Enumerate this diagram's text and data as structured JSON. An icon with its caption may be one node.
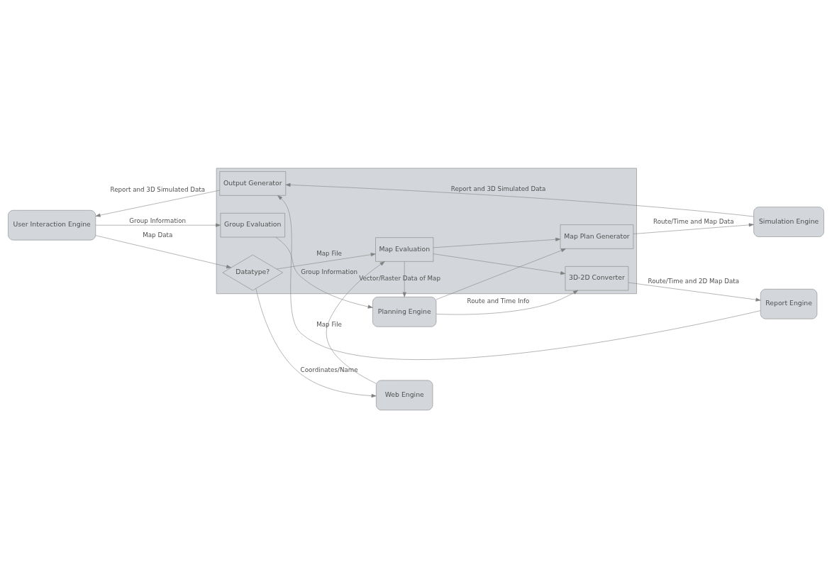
{
  "diagram": {
    "nodes": [
      {
        "text": [],
        "shape": "box"
      },
      {
        "text": [
          "User Interaction Engine"
        ]
      },
      {
        "text": [
          "Output Generator"
        ],
        "in": 0
      },
      {
        "text": [
          "Group Evaluation"
        ],
        "in": 0
      },
      {
        "text": [
          "Map Plan Generator"
        ],
        "in": 0
      },
      {
        "text": [
          "Simulation Engine"
        ]
      },
      {
        "text": [
          "Datatype?"
        ],
        "in": 0
      },
      {
        "text": [
          "Planning Engine"
        ]
      },
      {
        "text": [
          "3D-2D Converter"
        ],
        "in": 0
      },
      {
        "text": [
          "Web Engine"
        ]
      },
      {
        "text": [
          "Map Evaluation"
        ],
        "in": 0
      },
      {
        "text": [
          "Report Engine"
        ]
      }
    ],
    "edges": [
      {
        "from": 2,
        "to": 1,
        "arrow": "to",
        "label": "Report and 3D Simulated Data"
      },
      {
        "from": 5,
        "to": 2,
        "arrow": "to",
        "label": "Report and 3D Simulated Data"
      },
      {
        "from": 11,
        "to": 2,
        "arrow": "to"
      },
      {
        "from": 1,
        "to": 3,
        "arrow": "to",
        "label": "Group Information"
      },
      {
        "from": 1,
        "to": 6,
        "arrow": "to",
        "label": "Map Data"
      },
      {
        "from": 3,
        "to": 7,
        "arrow": "to",
        "label": "Group Information"
      },
      {
        "from": 4,
        "to": 5,
        "arrow": "to",
        "label": "Route/Time and Map Data"
      },
      {
        "from": 7,
        "to": 4,
        "arrow": "to"
      },
      {
        "from": 7,
        "to": 8,
        "arrow": "to",
        "label": "Route and Time Info"
      },
      {
        "from": 6,
        "to": 9,
        "arrow": "to",
        "label": "Coordinates/Name"
      },
      {
        "from": 6,
        "to": 10,
        "arrow": "to",
        "label": "Map File"
      },
      {
        "from": 9,
        "to": 10,
        "arrow": "to",
        "label": "Map File"
      },
      {
        "from": 10,
        "to": 4,
        "arrow": "to"
      },
      {
        "from": 10,
        "to": 8,
        "arrow": "to"
      },
      {
        "from": 10,
        "to": 7,
        "arrow": "to",
        "label": "Vector/Raster Data of Map"
      },
      {
        "from": 8,
        "to": 11,
        "arrow": "to",
        "label": "Route/Time and 2D Map Data"
      }
    ]
  }
}
